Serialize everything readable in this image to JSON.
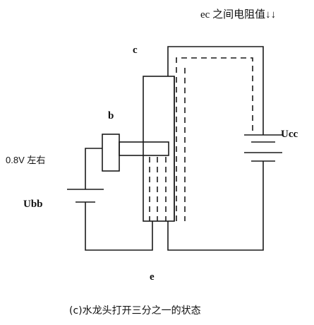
{
  "annotation_top": "ec 之间电阻值↓↓",
  "labels": {
    "c": "c",
    "b": "b",
    "ucc": "Ucc",
    "voltage": "0.8V 左右",
    "ubb": "Ubb",
    "e": "e"
  },
  "caption": "(c)水龙头打开三分之一的状态",
  "colors": {
    "line": "#1a1a1a",
    "background": "#ffffff"
  }
}
